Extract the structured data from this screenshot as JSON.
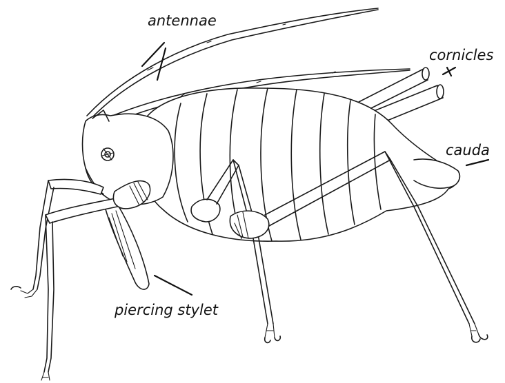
{
  "labels": {
    "antennae": "antennae",
    "cornicles": "cornicles",
    "cauda": "cauda",
    "piercing_stylet": "piercing stylet"
  }
}
